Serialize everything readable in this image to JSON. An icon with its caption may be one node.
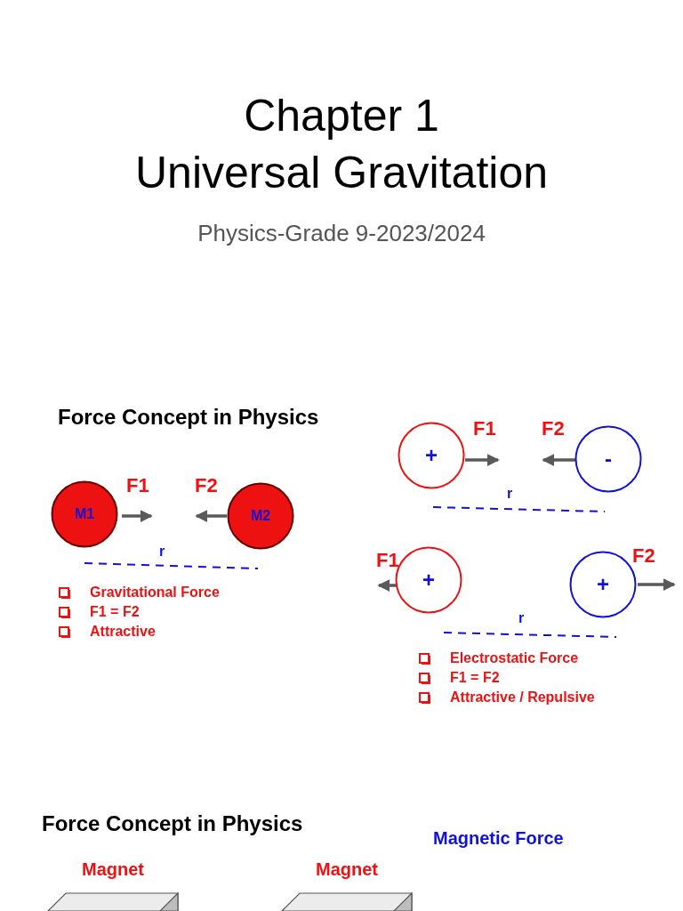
{
  "diagram": {
    "title": "Chapter 1 Universal Gravitation",
    "nodes": [
      {
        "text": [
          "+"
        ]
      },
      {
        "text": [
          "-"
        ]
      },
      {
        "text": [
          "M1"
        ]
      },
      {
        "text": [
          "M2"
        ]
      },
      {
        "text": [
          "+"
        ]
      },
      {
        "text": [
          "+"
        ]
      },
      {
        "text": [
          "Magnet"
        ]
      },
      {
        "text": [
          "Magnet"
        ]
      }
    ],
    "labels": [
      "Physics-Grade 9-2023/2024",
      "Force Concept in Physics",
      "F1",
      "F2",
      "F1",
      "F2",
      "r",
      "r",
      "F1",
      "F2",
      "Gravitational Force",
      "F1 = F2",
      "Attractive",
      "r",
      "Electrostatic Force",
      "F1 = F2",
      "Attractive / Repulsive",
      "Force Concept in Physics",
      "Magnetic Force"
    ]
  }
}
